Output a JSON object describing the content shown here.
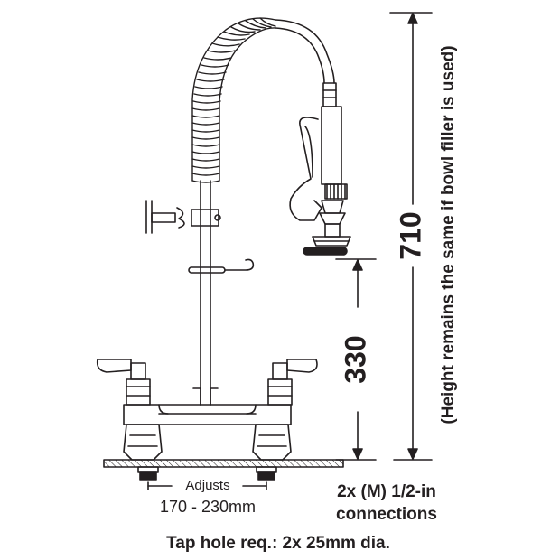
{
  "dimensions": {
    "total_height": "710",
    "outlet_height": "330",
    "total_height_note": "(Height remains the same if bowl filler is used)"
  },
  "labels": {
    "adjusts": "Adjusts",
    "adjust_range": "170 - 230mm",
    "connections_line1": "2x (M) 1/2-in",
    "connections_line2": "connections",
    "tap_hole": "Tap hole req.: 2x 25mm dia."
  },
  "colors": {
    "line": "#231f20",
    "background": "#ffffff"
  }
}
